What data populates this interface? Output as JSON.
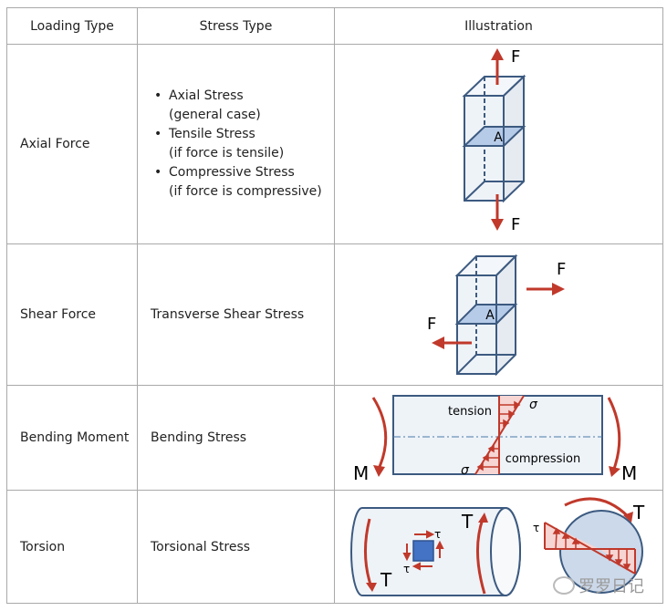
{
  "headers": [
    "Loading Type",
    "Stress Type",
    "Illustration"
  ],
  "rows": [
    {
      "loading": "Axial Force",
      "stress_items": [
        {
          "title": "Axial Stress",
          "note": "(general case)"
        },
        {
          "title": "Tensile Stress",
          "note": "(if force is tensile)"
        },
        {
          "title": "Compressive Stress",
          "note": "(if force is compressive)"
        }
      ],
      "labels": {
        "force": "F",
        "area": "A"
      }
    },
    {
      "loading": "Shear Force",
      "stress": "Transverse Shear Stress",
      "labels": {
        "force": "F",
        "area": "A"
      }
    },
    {
      "loading": "Bending Moment",
      "stress": "Bending Stress",
      "labels": {
        "moment": "M",
        "sigma": "σ",
        "tension": "tension",
        "compression": "compression"
      }
    },
    {
      "loading": "Torsion",
      "stress": "Torsional Stress",
      "labels": {
        "torque": "T",
        "tau": "τ"
      }
    }
  ],
  "watermark": "罗罗日记",
  "colors": {
    "arrow": "#c0392b",
    "outline": "#3c5a80",
    "fill_light": "#eef3f8",
    "plane": "#b6cbe8",
    "stress_fill": "#f6d5d3"
  }
}
